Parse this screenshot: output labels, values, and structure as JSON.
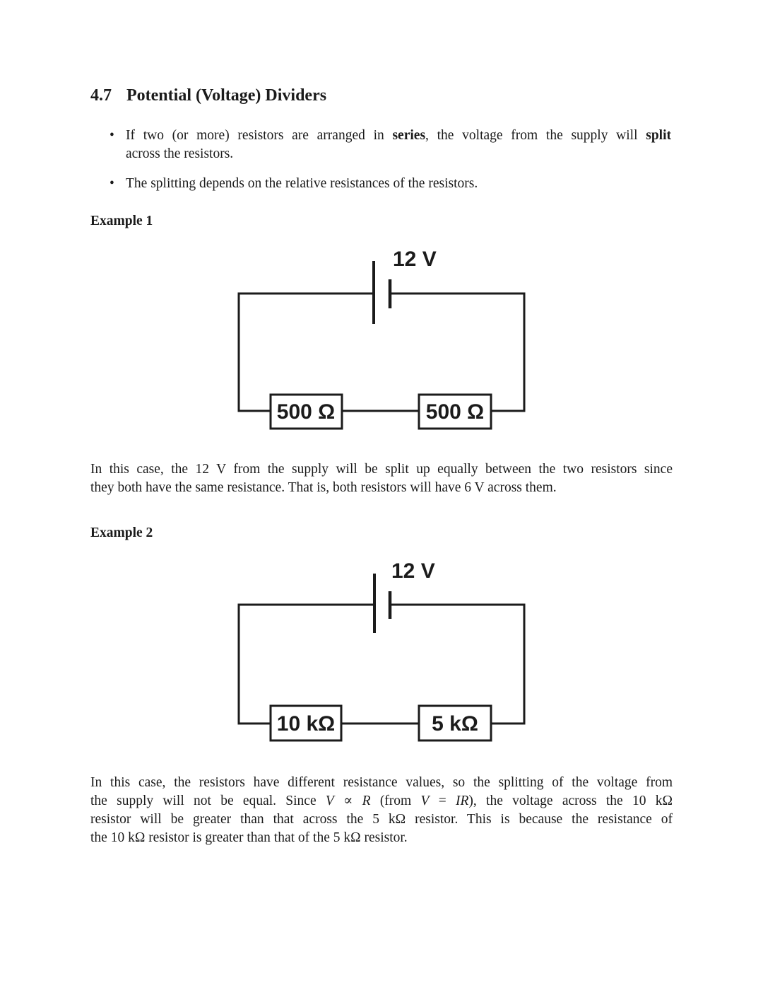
{
  "page": {
    "background": "#ffffff",
    "ink_color": "#1b1b1b"
  },
  "section": {
    "number": "4.7",
    "title": "Potential (Voltage) Dividers"
  },
  "bullets": {
    "marker": "•",
    "b1": {
      "s0": "If two (or more) resistors are arranged in ",
      "bold0": "series",
      "s1": ", the voltage from the supply will ",
      "bold1": "split",
      "line2": "across the resistors."
    },
    "b2": {
      "text": "The splitting depends on the relative resistances of the resistors."
    }
  },
  "example1": {
    "heading": "Example 1",
    "circuit": {
      "supply_voltage": "12 V",
      "resistor_left": "500 Ω",
      "resistor_right": "500 Ω"
    },
    "caption": {
      "line1": "In this case, the 12 V from the supply will be split up equally between the two resistors since",
      "line2": "they both have the same resistance. That is, both resistors will have 6 V across them."
    }
  },
  "example2": {
    "heading": "Example 2",
    "circuit": {
      "supply_voltage": "12 V",
      "resistor_left": "10 kΩ",
      "resistor_right": "5 kΩ"
    },
    "caption": {
      "line1": "In this case, the resistors have different resistance values, so the splitting of the voltage from",
      "l2": {
        "s0": "the supply will not be equal.  Since ",
        "m0": "V",
        "s1": " ∝ ",
        "m1": "R",
        "s2": " (from ",
        "m2": "V",
        "s3": " = ",
        "m3": "IR",
        "s4": "), the voltage across the 10 kΩ"
      },
      "line3": "resistor will be greater than that across the 5 kΩ resistor.  This is because the resistance of",
      "line4": "the 10 kΩ resistor is greater than that of the 5 kΩ resistor."
    }
  }
}
